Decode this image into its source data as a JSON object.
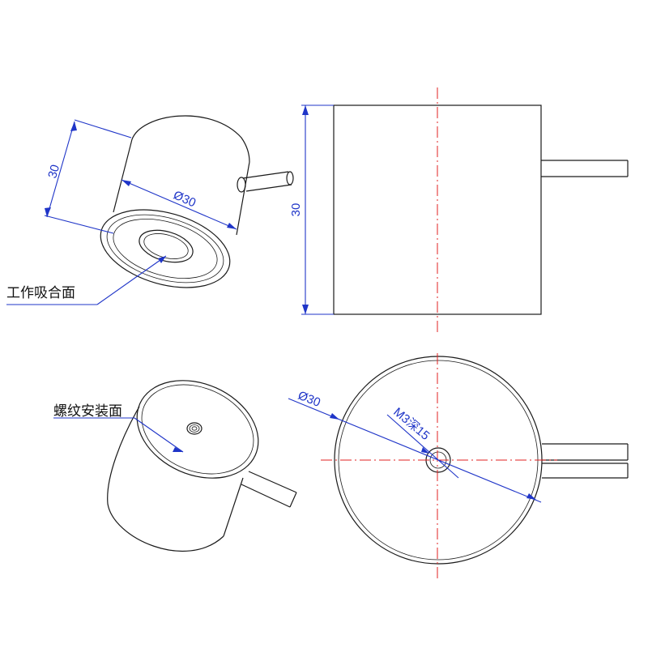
{
  "annotations": {
    "working_face_label": "工作吸合面",
    "mounting_face_label": "螺纹安装面"
  },
  "dimensions": {
    "iso_height": "30",
    "iso_diameter": "Ø30",
    "side_height": "30",
    "front_diameter": "Ø30",
    "thread_spec": "M3深15"
  },
  "colors": {
    "outline": "#1a1a1a",
    "dimension": "#1f35c8",
    "centerline": "#e02020"
  }
}
